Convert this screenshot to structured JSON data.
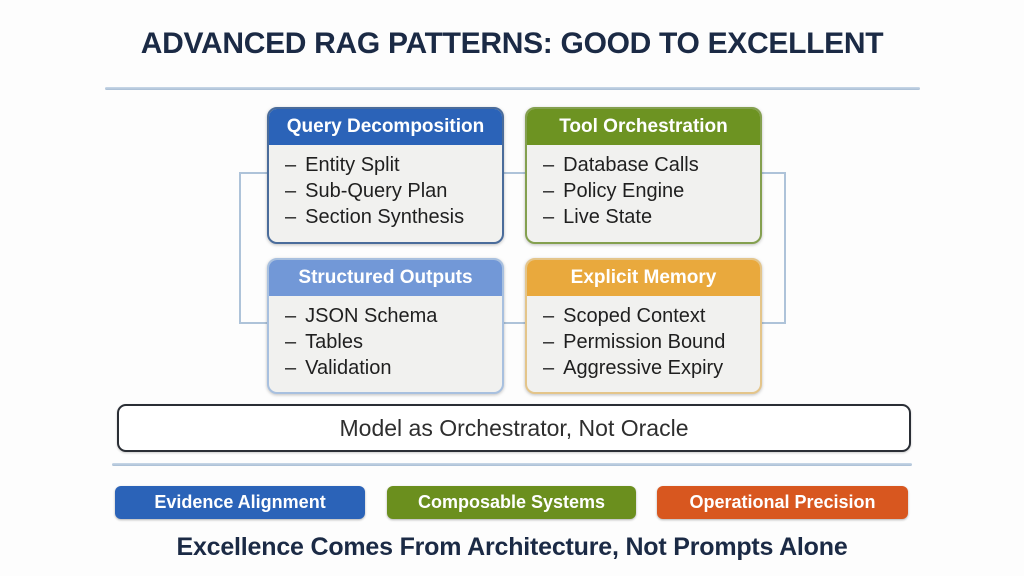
{
  "slide": {
    "title": "ADVANCED RAG PATTERNS: GOOD TO EXCELLENT",
    "banner": "Model as Orchestrator, Not Oracle",
    "footer": "Excellence Comes From Architecture, Not Prompts Alone",
    "bullet_char": "–"
  },
  "pattern_boxes": [
    {
      "title": "Query Decomposition",
      "header_color": "#2b63b8",
      "items": [
        "Entity Split",
        "Sub-Query Plan",
        "Section Synthesis"
      ]
    },
    {
      "title": "Tool Orchestration",
      "header_color": "#6d9322",
      "items": [
        "Database Calls",
        "Policy Engine",
        "Live State"
      ]
    },
    {
      "title": "Structured Outputs",
      "header_color": "#7298d7",
      "items": [
        "JSON Schema",
        "Tables",
        "Validation"
      ]
    },
    {
      "title": "Explicit Memory",
      "header_color": "#e9a93d",
      "items": [
        "Scoped Context",
        "Permission Bound",
        "Aggressive Expiry"
      ]
    }
  ],
  "pillars": [
    {
      "label": "Evidence Alignment",
      "color": "#2b63b8"
    },
    {
      "label": "Composable Systems",
      "color": "#6b8f1e"
    },
    {
      "label": "Operational Precision",
      "color": "#d8571f"
    }
  ],
  "colors": {
    "title_text": "#1b2a45",
    "divider": "#b6c8db",
    "connector": "#aec3d9",
    "box_body_bg": "#f1f1ef",
    "banner_border": "#2a2e35"
  }
}
